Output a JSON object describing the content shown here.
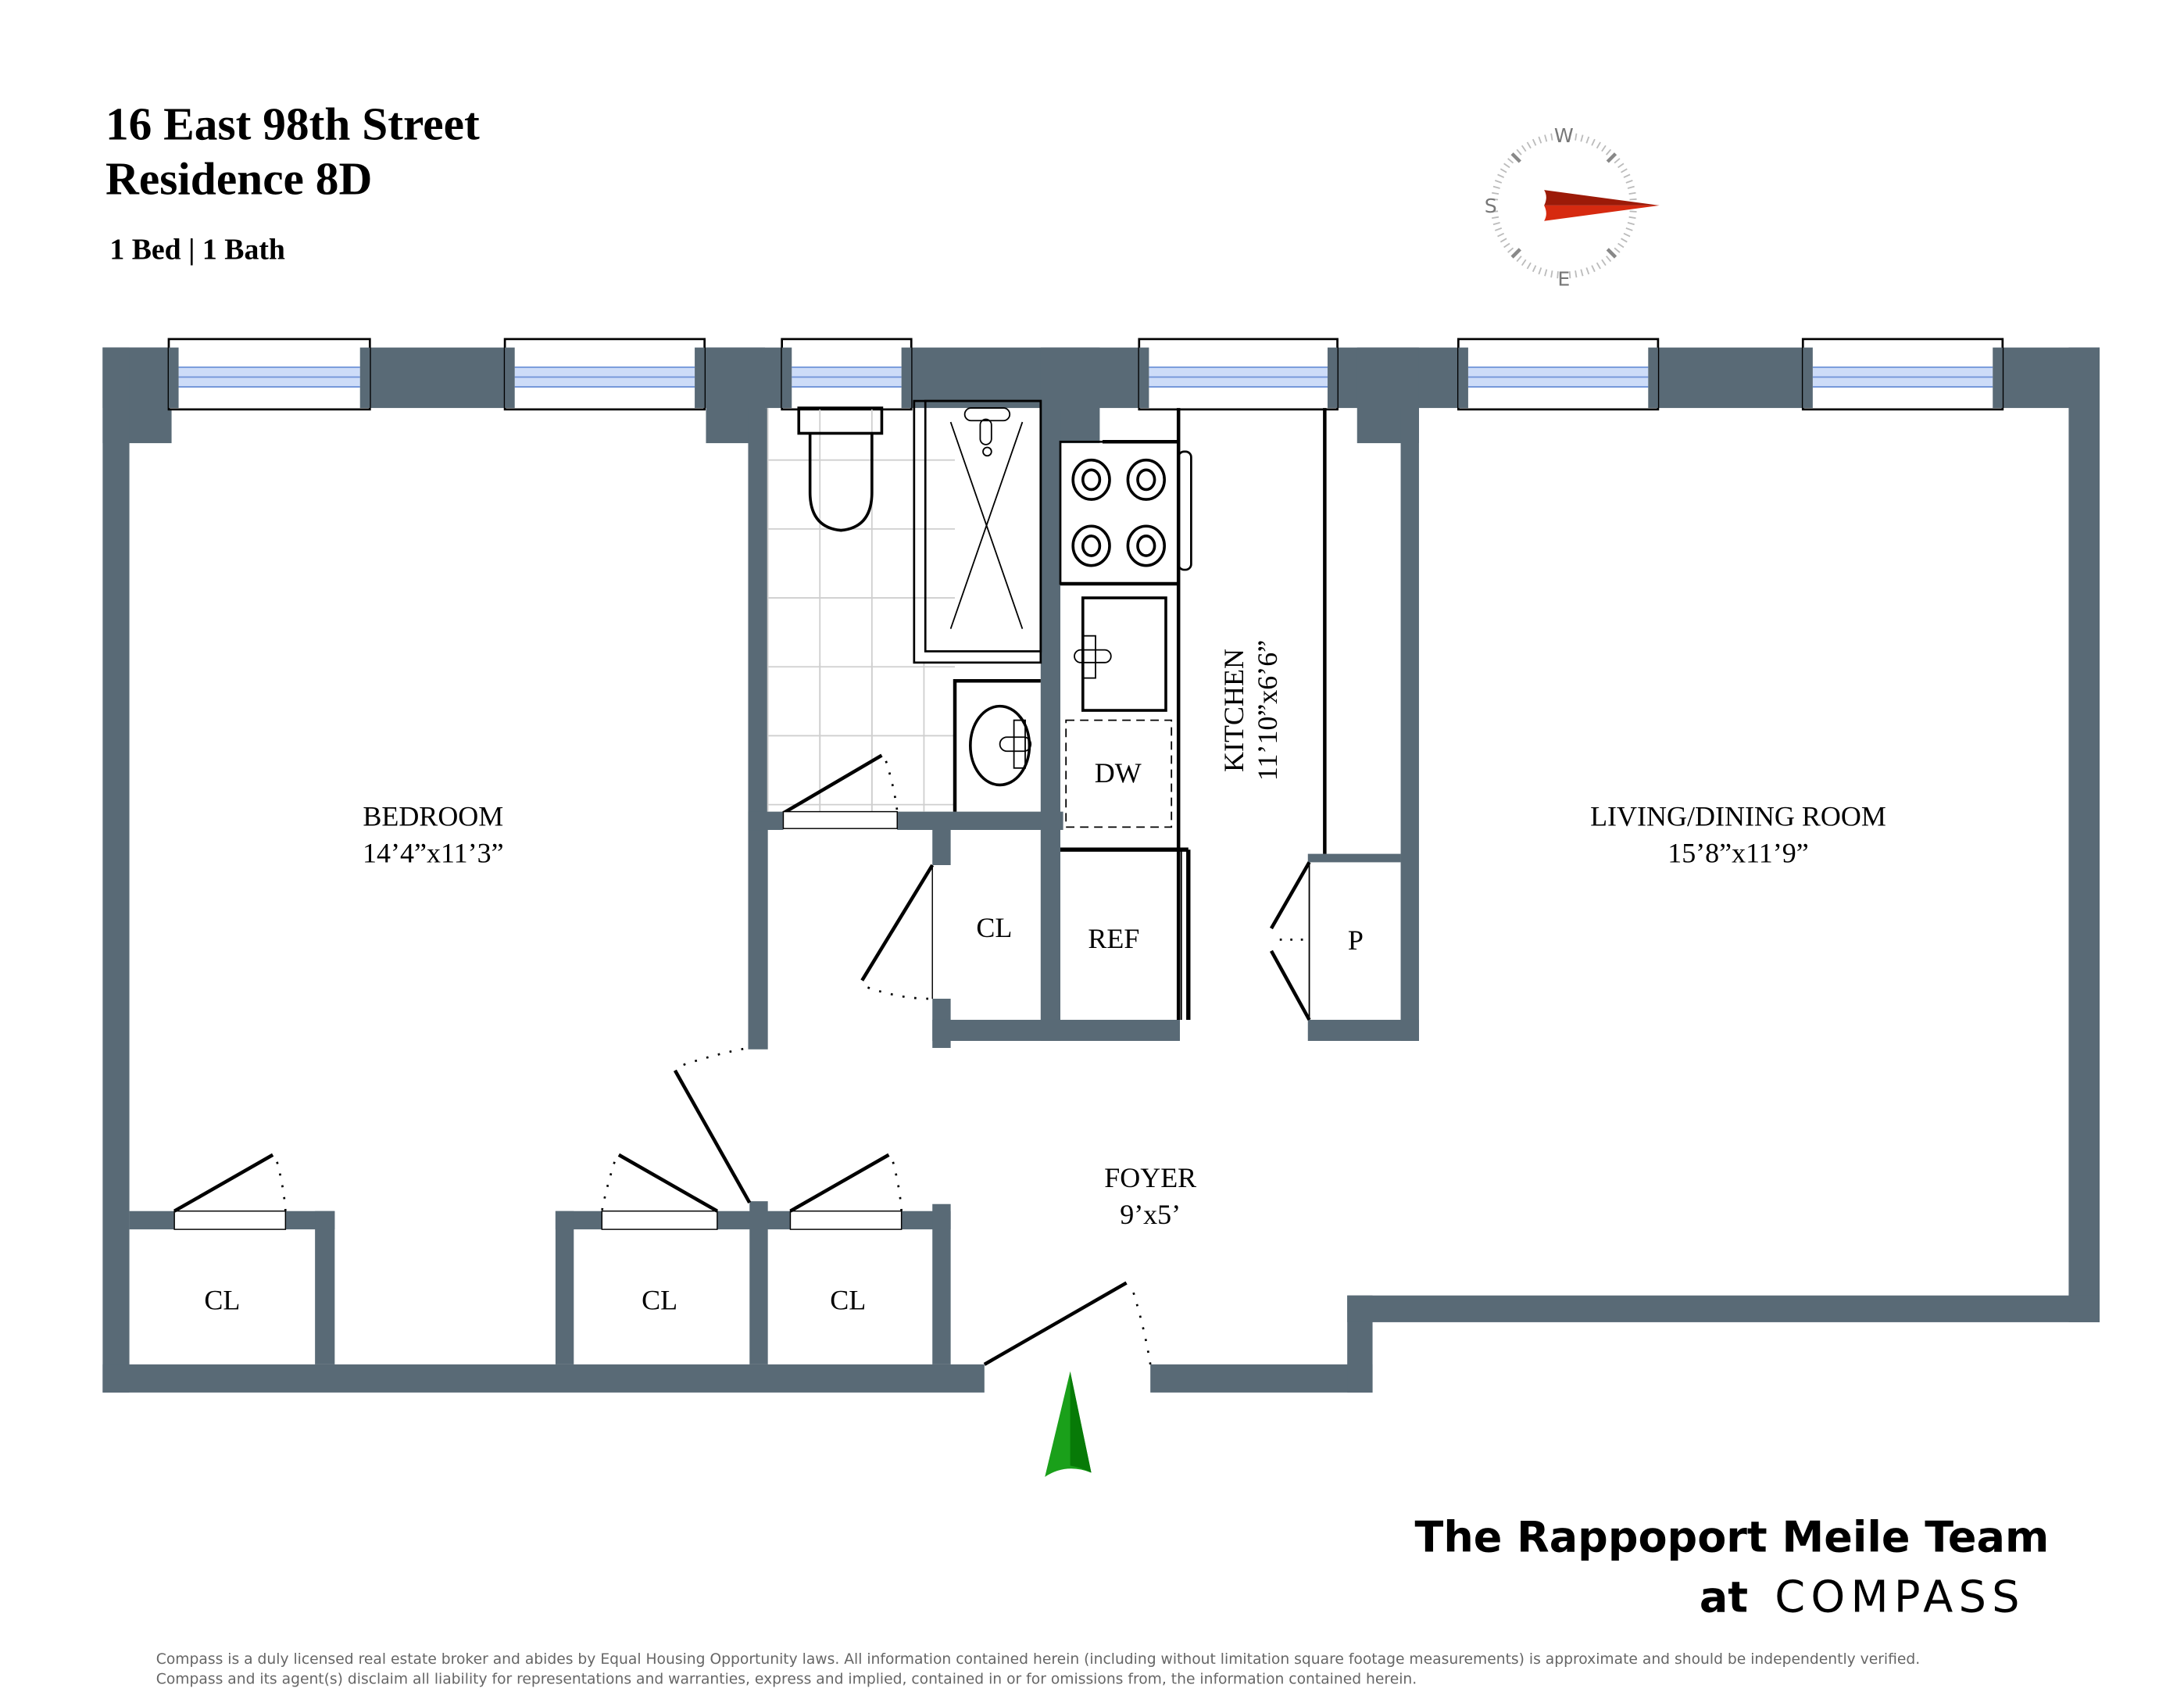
{
  "header": {
    "address": "16 East 98th Street",
    "residence": "Residence 8D",
    "summary": "1 Bed | 1 Bath"
  },
  "compass": {
    "labels": {
      "north_pointer_color": "#d62a10",
      "w": "W",
      "s": "S",
      "e": "E"
    }
  },
  "rooms": {
    "bedroom": {
      "name": "BEDROOM",
      "size": "14’4”x11’3”"
    },
    "kitchen": {
      "name": "KITCHEN",
      "size": "11’10”x6’6”"
    },
    "living": {
      "name": "LIVING/DINING ROOM",
      "size": "15’8”x11’9”"
    },
    "foyer": {
      "name": "FOYER",
      "size": "9’x5’"
    },
    "closet_hall": "CL",
    "closet_bed_1": "CL",
    "closet_bed_2": "CL",
    "closet_foyer": "CL",
    "refrigerator": "REF",
    "dishwasher": "DW",
    "pantry": "P"
  },
  "entry_marker_color": "#1aa01a",
  "wall_color": "#596a76",
  "branding": {
    "team": "The Rappoport Meile Team",
    "at": "at",
    "company": "COMPASS"
  },
  "disclaimer": {
    "line1": "Compass is a duly licensed real estate broker and abides by Equal Housing Opportunity laws.  All information contained herein (including without limitation square footage measurements) is approximate and should be independently verified.",
    "line2": "Compass and its agent(s) disclaim all liability for representations and warranties, express and implied, contained in or for omissions from, the information contained herein."
  }
}
